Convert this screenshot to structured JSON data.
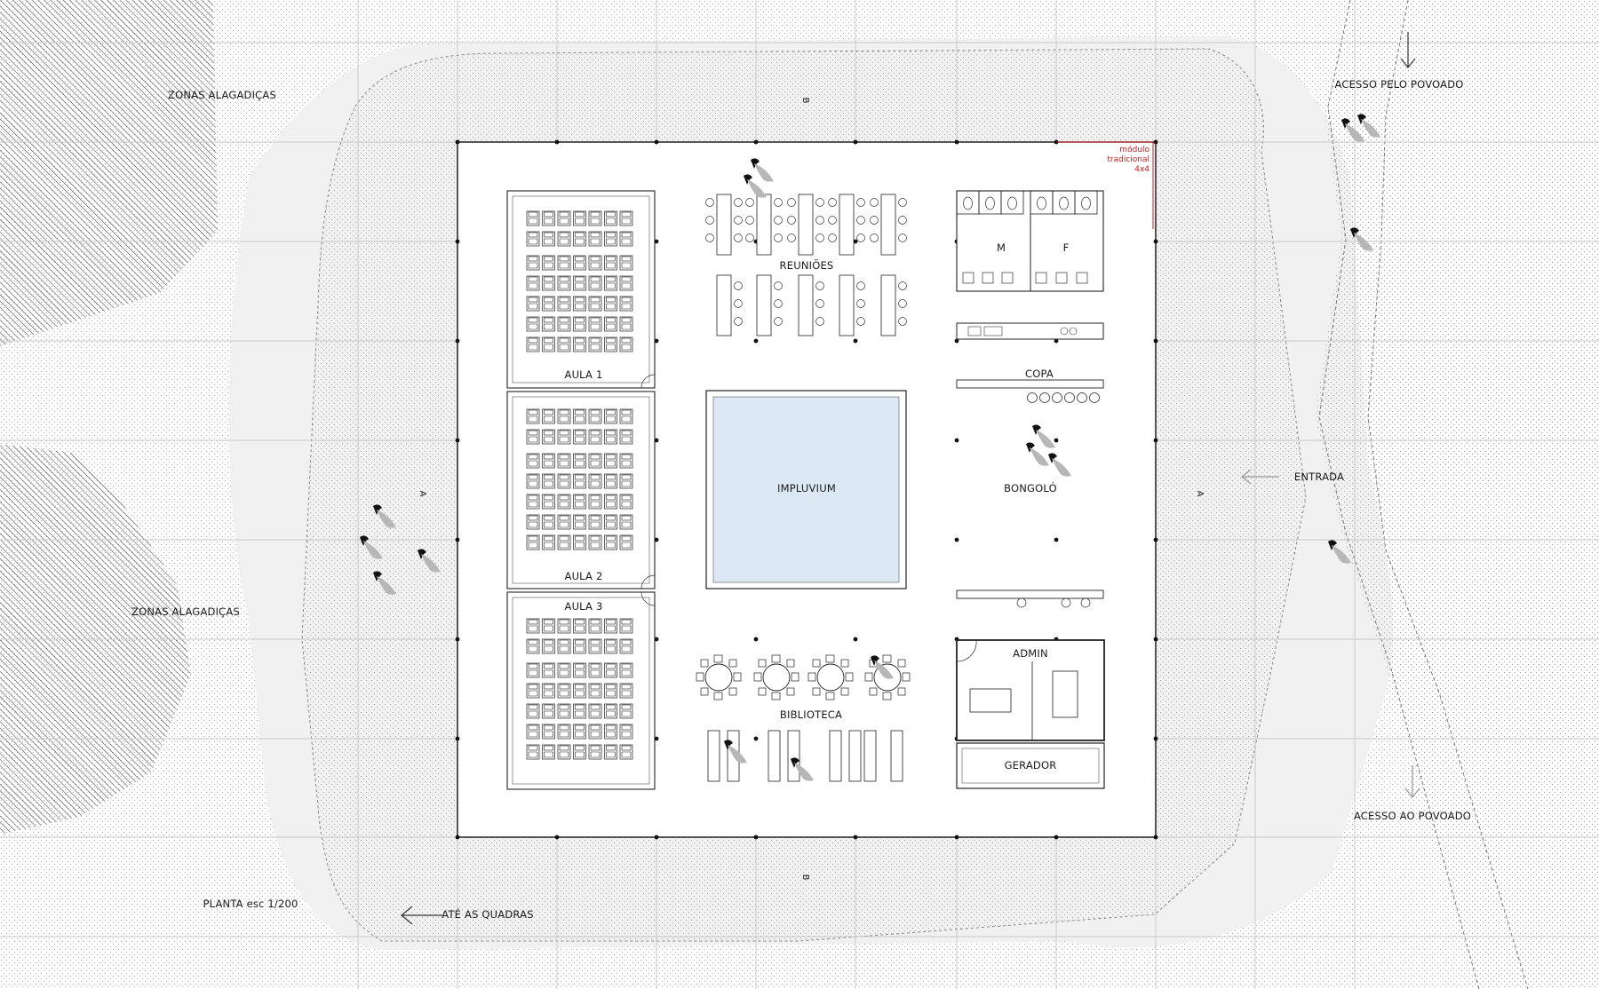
{
  "site": {
    "zone_top": "ZONAS ALAGADIÇAS",
    "zone_bottom": "ZONAS ALAGADIÇAS",
    "access_village": "ACESSO PELO POVOADO",
    "access_to_village": "ACESSO AO POVOADO",
    "entrance": "ENTRADA",
    "to_courts": "ATÉ AS QUADRAS",
    "plan_scale": "PLANTA esc 1/200"
  },
  "module_note": [
    "módulo",
    "tradicional",
    "4x4"
  ],
  "sections": {
    "a": "A",
    "b": "B"
  },
  "rooms": {
    "aula1": "AULA 1",
    "aula2": "AULA 2",
    "aula3": "AULA 3",
    "reunioes": "REUNIÕES",
    "impluvium": "IMPLUVIUM",
    "biblioteca": "BIBLIOTECA",
    "wc_m": "M",
    "wc_f": "F",
    "copa": "COPA",
    "bongolo": "BONGOLÓ",
    "admin": "ADMIN",
    "gerador": "GERADOR"
  },
  "colors": {
    "impluvium_fill": "#dce9f4",
    "module_line": "#cc1a1a",
    "grid": "#c8c8c8",
    "dots": "#9a9a9a"
  }
}
